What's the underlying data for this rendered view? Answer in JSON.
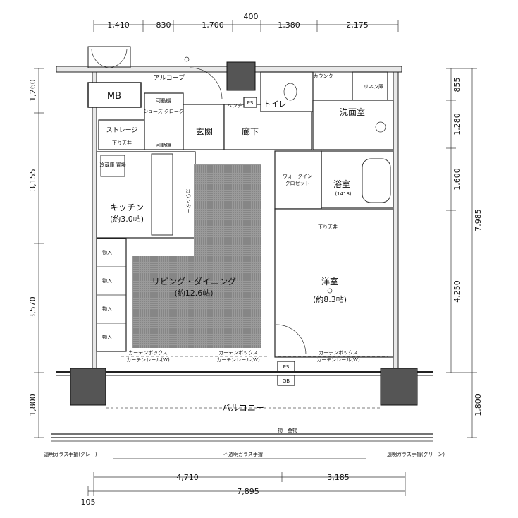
{
  "dims": {
    "top": [
      "1,410",
      "830",
      "1,700",
      "400",
      "1,380",
      "2,175"
    ],
    "left": [
      "1,260",
      "3,155",
      "3,570",
      "1,800"
    ],
    "right": [
      "855",
      "1,280",
      "1,600",
      "4,250",
      "7,985",
      "1,800"
    ],
    "bottom": [
      "4,710",
      "3,185",
      "7,895",
      "105"
    ]
  },
  "rooms": {
    "mb": "MB",
    "alcove": "アルコーブ",
    "storage": "ストレージ",
    "kitchen": "キッチン",
    "kitchen_size": "(約3.0帖)",
    "living": "リビング・ダイニング",
    "living_size": "(約12.6帖)",
    "bedroom": "洋室",
    "bedroom_size": "(約8.3帖)",
    "entrance": "玄関",
    "hallway": "廊下",
    "toilet": "トイレ",
    "washroom": "洗面室",
    "bath": "浴室",
    "bath_size": "(1418)",
    "wic": "ウォークイン\nクロゼット",
    "balcony": "バルコニー"
  },
  "labels": {
    "movable_shelf": "可動棚",
    "shoes_cloak": "シューズ\nクローク",
    "counter": "カウンター",
    "linen": "リネン庫",
    "bench": "ベンチ",
    "ps": "PS",
    "gb": "GB",
    "down_ceiling": "下り天井",
    "fridge": "冷蔵庫\n置場",
    "closet": "物入",
    "curtain_box": "カーテンボックス",
    "curtain_rail": "カーテンレール(W)",
    "drying": "物干金物",
    "glass_gray": "透明ガラス手摺(グレー)",
    "glass_opaque": "不透明ガラス手摺",
    "glass_green": "透明ガラス手摺(グリーン)"
  }
}
